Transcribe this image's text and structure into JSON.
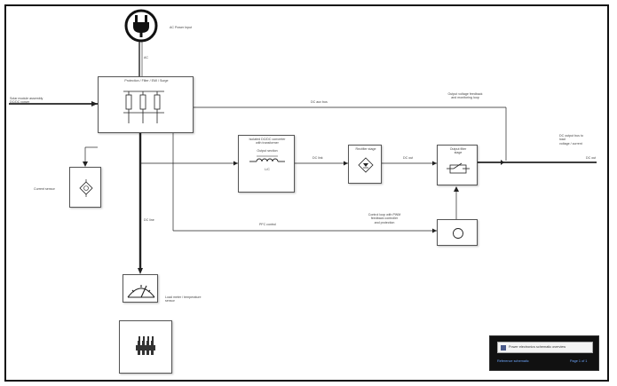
{
  "labels": {
    "ac_power_input": "AC Power Input",
    "solar_input": "Solar module assembly\nDC/DC power",
    "input_box_title": "Protection / Filter / EMI / Surge",
    "dc_aux_top": "DC aux bus",
    "isolated_dc_block": "Isolated DC/DC converter\nwith transformer\n\nOutput section",
    "dc_mid_1": "DC link",
    "rectifier": "Rectifier stage",
    "dc_mid_2": "DC out",
    "output_stage": "Output filter\nstage",
    "top_note": "Output voltage feedback\nand monitoring loop",
    "output_note": "DC output bus to\nload\nvoltage / current",
    "output_small": "DC out",
    "left_sensor": "Current sensor",
    "bottom_left_line": "DC line",
    "feedback_small": "PFC control",
    "feedback_note": "Control loop with PWM\nfeedback controller\nand protection",
    "meter": "Load meter / temperature\nsensor",
    "inductor_caption": "L/C",
    "power_small": "AC",
    "legend_title": "Power electronics schematic overview",
    "legend_left": "Reference schematic",
    "legend_right": "Page 1 of 1"
  },
  "icons": {
    "plug": "power-plug-icon",
    "resistor_bank": "resistor-bank-icon",
    "diamond_source": "dependent-source-icon",
    "inductor": "inductor-icon",
    "rectifier_symbol": "rectifier-icon",
    "switch_symbol": "switch-icon",
    "circle_symbol": "sensor-circle-icon",
    "meter_symbol": "meter-gauge-icon",
    "capacitor_bank": "capacitor-bank-icon"
  },
  "colors": {
    "line": "#222222",
    "box_border": "#555555",
    "legend_bg": "#111111",
    "legend_text": "#6fa8ff"
  }
}
